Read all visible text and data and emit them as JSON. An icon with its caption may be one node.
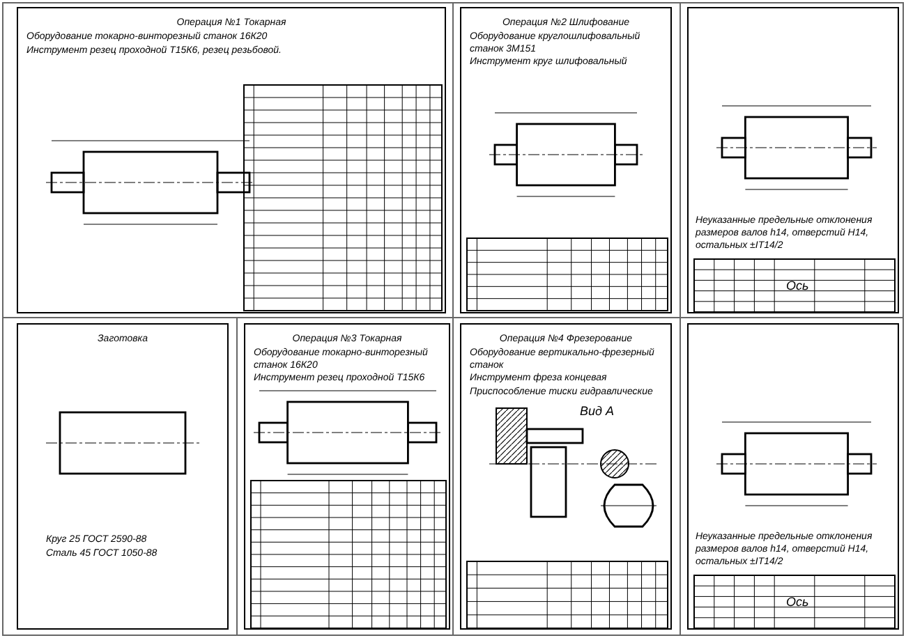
{
  "diagram": {
    "nodes": [
      {
        "text": [
          "Операция №1 Токарная",
          "Оборудование токарно-винторезный станок 16К20",
          "Инструмент резец проходной Т15К6, резец резьбовой."
        ]
      },
      {
        "text": [
          "Операция №2 Шлифование",
          "Оборудование круглошлифовальный станок 3М151",
          "Инструмент круг шлифовальный"
        ]
      },
      {
        "text": [],
        "shape": "box"
      },
      {
        "text": [
          "Заготовка"
        ]
      },
      {
        "text": [
          "Операция №3 Токарная",
          "Оборудование токарно-винторезный станок 16К20",
          "Инструмент резец проходной Т15К6"
        ]
      },
      {
        "text": [
          "Операция №4 Фрезерование",
          "Оборудование вертикально-фрезерный станок",
          "Инструмент фреза концевая",
          "Приспособление тиски гидравлические"
        ]
      },
      {
        "text": [],
        "shape": "box"
      }
    ],
    "labels": [
      "Неуказанные предельные отклонения размеров валов h14, отверстий H14, остальных ±IT14/2",
      "Ось",
      "Круг 25 ГОСТ 2590-88",
      "Сталь 45 ГОСТ 1050-88",
      "Вид А",
      "Неуказанные предельные отклонения размеров валов h14, отверстий H14, остальных ±IT14/2",
      "Ось"
    ]
  }
}
